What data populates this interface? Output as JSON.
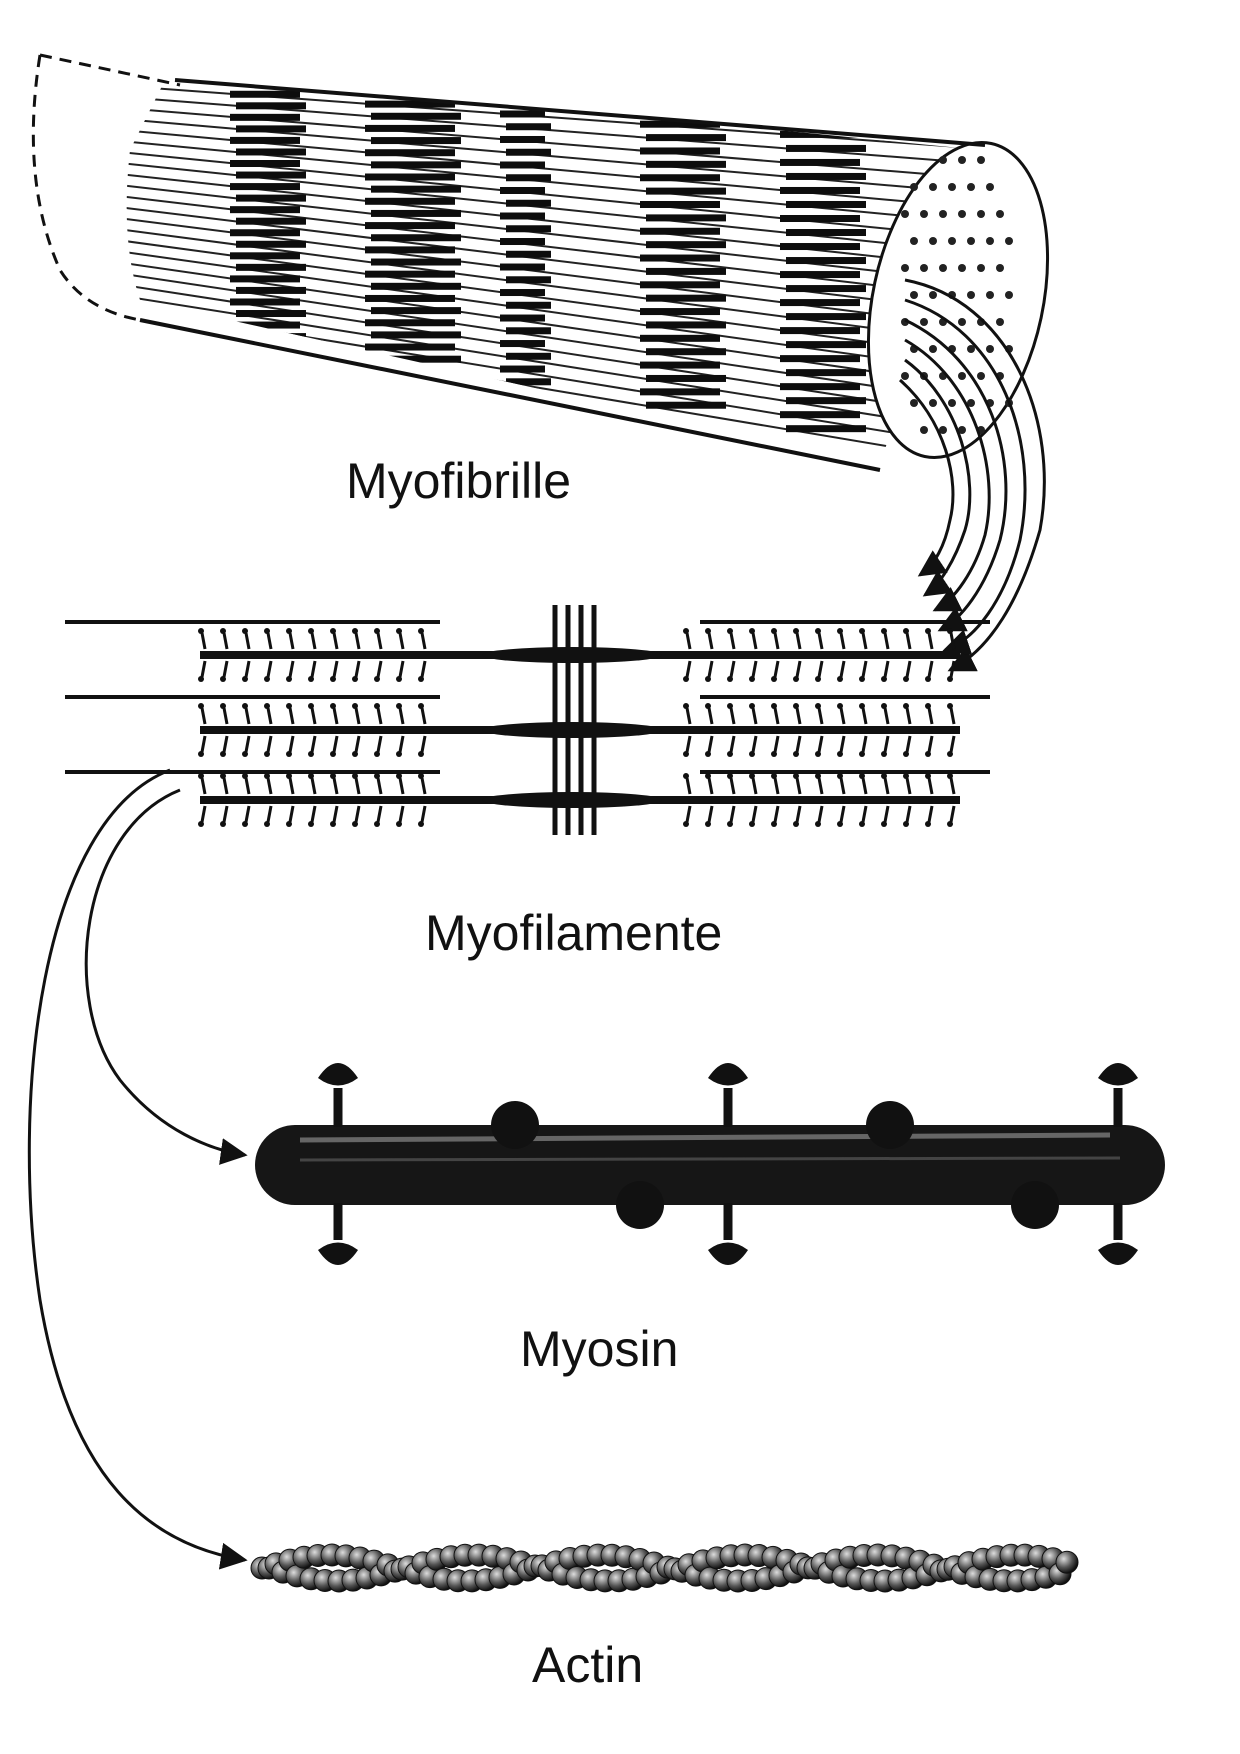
{
  "labels": {
    "myofibril": "Myofibrille",
    "myofilaments": "Myofilamente",
    "myosin": "Myosin",
    "actin": "Actin"
  },
  "colors": {
    "ink": "#111111",
    "background": "#ffffff"
  }
}
